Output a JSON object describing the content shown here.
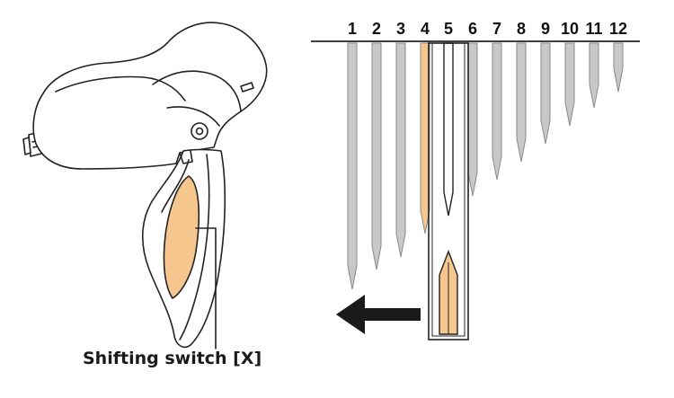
{
  "figure": {
    "caption": "Shifting switch [X]"
  },
  "gear_chart": {
    "labels": [
      "1",
      "2",
      "3",
      "4",
      "5",
      "6",
      "7",
      "8",
      "9",
      "10",
      "11",
      "12"
    ],
    "highlighted": "4",
    "selected": "5",
    "direction": "left"
  },
  "colors": {
    "highlight": "#f5c68e",
    "bar": "#c8c8c8",
    "stroke": "#222222",
    "arrow": "#1a1a1a"
  }
}
